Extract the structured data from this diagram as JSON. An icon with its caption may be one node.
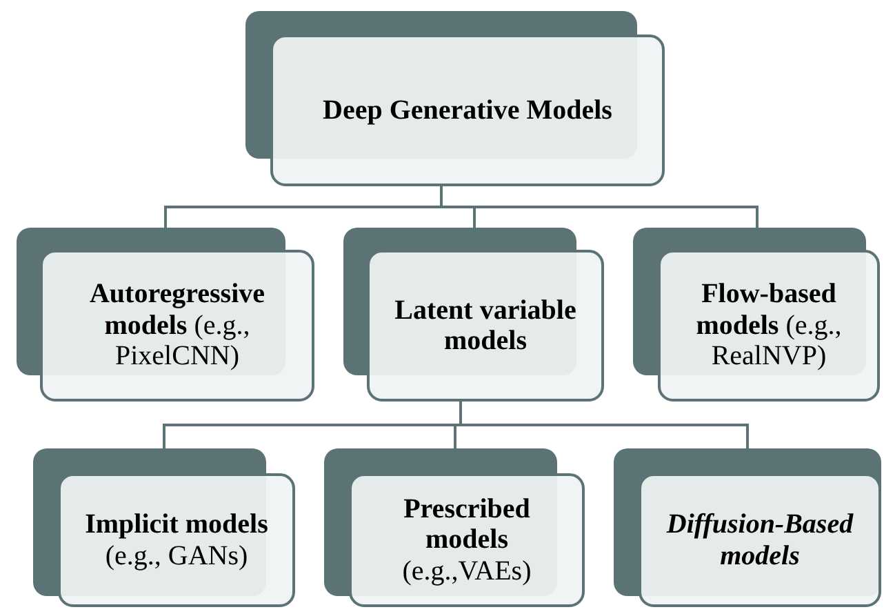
{
  "diagram": {
    "nodes": [
      {
        "text": [
          "Deep Generative Models"
        ]
      },
      {
        "text": [
          "**Autoregressive models** (e.g., PixelCNN)"
        ]
      },
      {
        "text": [
          "Latent variable models"
        ]
      },
      {
        "text": [
          "**Flow-based models** (e.g., RealNVP)"
        ]
      },
      {
        "text": [
          "**Implicit models** (e.g., GANs)"
        ]
      },
      {
        "text": [
          "**Prescribed models** (e.g.,VAEs)"
        ]
      },
      {
        "text": [
          "Diffusion-Based models"
        ]
      }
    ],
    "edges": [
      {
        "from": 0,
        "to": 1,
        "arrow": "none"
      },
      {
        "from": 0,
        "to": 2,
        "arrow": "none"
      },
      {
        "from": 0,
        "to": 3,
        "arrow": "none"
      },
      {
        "from": 2,
        "to": 4,
        "arrow": "none"
      },
      {
        "from": 2,
        "to": 5,
        "arrow": "none"
      },
      {
        "from": 2,
        "to": 6,
        "arrow": "none"
      }
    ]
  }
}
